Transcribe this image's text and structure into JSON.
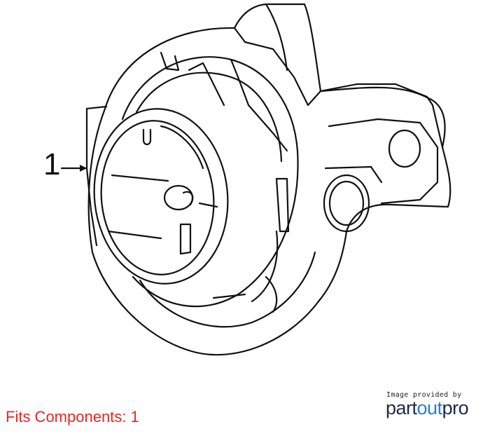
{
  "diagram": {
    "callouts": [
      {
        "number": "1"
      }
    ]
  },
  "footer": {
    "fits_label": "Fits Components: 1",
    "credit_small": "Image provided by",
    "credit_logo_parts": [
      "part",
      "out",
      "pro"
    ],
    "logo_colors": {
      "dark": "#1f2a44",
      "accent": "#2b7fd0"
    },
    "fits_color": "#e8271f"
  }
}
